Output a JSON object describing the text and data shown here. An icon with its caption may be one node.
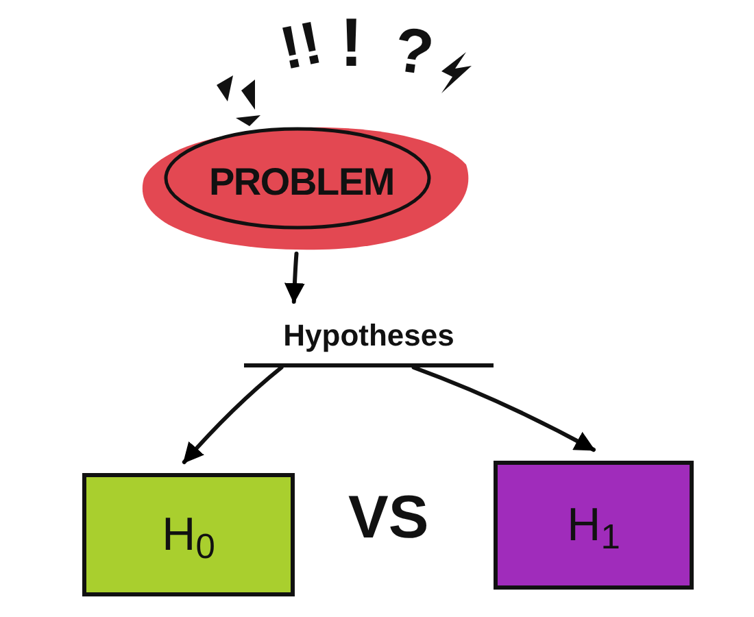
{
  "diagram": {
    "nodes": [
      {
        "text": [
          "PROBLEM"
        ]
      },
      {
        "text": [
          "Hypotheses"
        ]
      },
      {
        "text": [
          "H$_{0}$"
        ]
      },
      {
        "text": [
          "H$_{1}$"
        ]
      }
    ],
    "edges": [
      {
        "from": 0,
        "to": 1,
        "arrow": "to"
      },
      {
        "from": 1,
        "to": 2,
        "arrow": "to"
      },
      {
        "from": 1,
        "to": 3,
        "arrow": "to"
      }
    ],
    "labels": [
      "!!",
      "!",
      "?",
      "VS"
    ]
  }
}
